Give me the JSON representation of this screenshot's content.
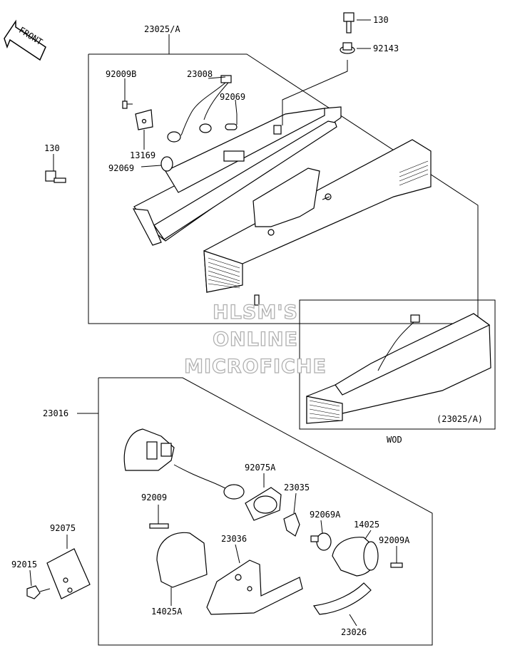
{
  "front_arrow": {
    "label": "FRONT",
    "icon": "front-arrow-icon"
  },
  "watermark": {
    "lines": [
      "HLSM'S",
      "ONLINE",
      "MICROFICHE"
    ]
  },
  "upper_group": {
    "assembly_label": "23025/A",
    "parts": {
      "p92009b": "92009B",
      "p23008": "23008",
      "p92069_top": "92069",
      "p13169": "13169",
      "p92069_left": "92069",
      "p130_top": "130",
      "p92143": "92143",
      "p130_left": "130"
    }
  },
  "wod_inset": {
    "caption": "(23025/A)",
    "title": "WOD"
  },
  "lower_group": {
    "assembly_label": "23016",
    "parts": {
      "p92075a": "92075A",
      "p92009": "92009",
      "p23035": "23035",
      "p92069a": "92069A",
      "p14025": "14025",
      "p92009a": "92009A",
      "p23036": "23036",
      "p14025a": "14025A",
      "p23026": "23026"
    }
  },
  "side_parts": {
    "p92075": "92075",
    "p92015": "92015"
  }
}
